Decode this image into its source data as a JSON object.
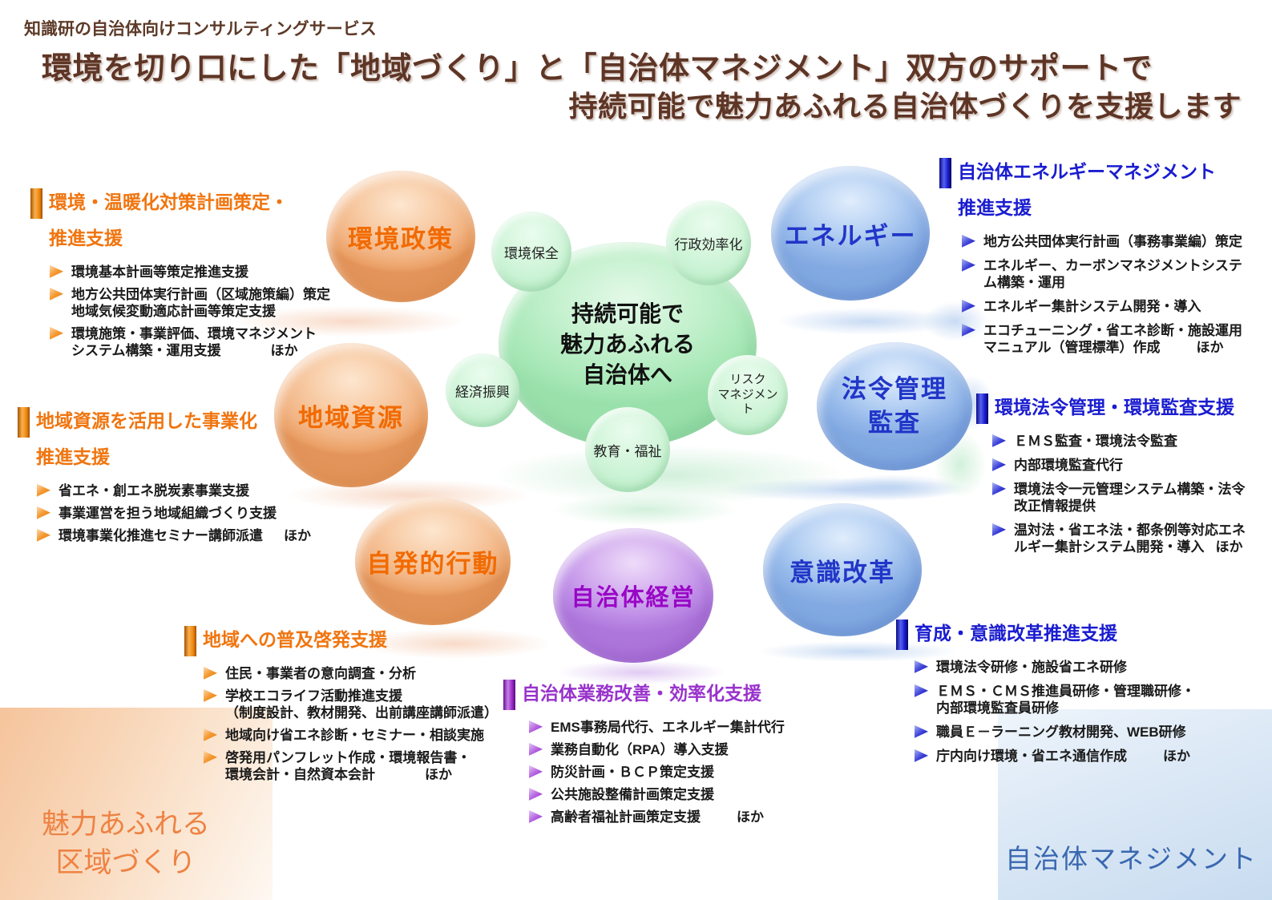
{
  "header": {
    "kicker": "知識研の自治体向けコンサルティングサービス",
    "title_line1": "環境を切り口にした「地域づくり」と「自治体マネジメント」双方のサポートで",
    "title_line2": "持続可能で魅力あふれる自治体づくりを支援します"
  },
  "center_bubble": {
    "lines": [
      "持続可能で",
      "魅力あふれる",
      "自治体へ"
    ]
  },
  "satellites": {
    "env": "環境保全",
    "admin": "行政効率化",
    "economy": "経済振興",
    "risk_lines": [
      "リスク",
      "マネジメン",
      "ト"
    ],
    "education": "教育・福祉"
  },
  "bubbles": {
    "env_policy": "環境政策",
    "regional_resources": "地域資源",
    "voluntary_action": "自発的行動",
    "energy": "エネルギー",
    "legal_lines": [
      "法令管理",
      "監査"
    ],
    "awareness": "意識改革",
    "municipal_mgmt": "自治体経営"
  },
  "sections": {
    "env_planning": {
      "title_lines": [
        "環境・温暖化対策計画策定・",
        "推進支援"
      ],
      "items": [
        {
          "lines": [
            "環境基本計画等策定推進支援"
          ]
        },
        {
          "lines": [
            "地方公共団体実行計画（区域施策編）策定",
            "地域気候変動適応計画等策定支援"
          ]
        },
        {
          "lines": [
            "環境施策・事業評価、環境マネジメント",
            "システム構築・運用支援"
          ],
          "note": "ほか"
        }
      ]
    },
    "regional_business": {
      "title_lines": [
        "地域資源を活用した事業化",
        "推進支援"
      ],
      "items": [
        {
          "lines": [
            "省エネ・創エネ脱炭素事業支援"
          ]
        },
        {
          "lines": [
            "事業運営を担う地域組織づくり支援"
          ]
        },
        {
          "lines": [
            "環境事業化推進セミナー講師派遣"
          ],
          "note": "ほか"
        }
      ]
    },
    "outreach": {
      "title_lines": [
        "地域への普及啓発支援"
      ],
      "items": [
        {
          "lines": [
            "住民・事業者の意向調査・分析"
          ]
        },
        {
          "lines": [
            "学校エコライフ活動推進支援",
            "（制度設計、教材開発、出前講座講師派遣）"
          ]
        },
        {
          "lines": [
            "地域向け省エネ診断・セミナー・相談実施"
          ]
        },
        {
          "lines": [
            "啓発用パンフレット作成・環境報告書・",
            "環境会計・自然資本会計"
          ],
          "note": "ほか"
        }
      ]
    },
    "energy_mgmt": {
      "title_lines": [
        "自治体エネルギーマネジメント",
        "推進支援"
      ],
      "items": [
        {
          "lines": [
            "地方公共団体実行計画（事務事業編）策定"
          ]
        },
        {
          "lines": [
            "エネルギー、カーボンマネジメントシステ",
            "ム構築・運用"
          ]
        },
        {
          "lines": [
            "エネルギー集計システム開発・導入"
          ]
        },
        {
          "lines": [
            "エコチューニング・省エネ診断・施設運用",
            "マニュアル（管理標準）作成"
          ],
          "note": "ほか"
        }
      ]
    },
    "legal_audit": {
      "title_lines": [
        "環境法令管理・環境監査支援"
      ],
      "items": [
        {
          "lines": [
            "ＥＭＳ監査・環境法令監査"
          ]
        },
        {
          "lines": [
            "内部環境監査代行"
          ]
        },
        {
          "lines": [
            "環境法令一元管理システム構築・法令",
            "改正情報提供"
          ]
        },
        {
          "lines": [
            "温対法・省エネ法・都条例等対応エネ",
            "ルギー集計システム開発・導入"
          ],
          "note": "ほか"
        }
      ]
    },
    "training": {
      "title_lines": [
        "育成・意識改革推進支援"
      ],
      "items": [
        {
          "lines": [
            "環境法令研修・施設省エネ研修"
          ]
        },
        {
          "lines": [
            "ＥＭＳ・ＣＭＳ推進員研修・管理職研修・",
            "内部環境監査員研修"
          ]
        },
        {
          "lines": [
            "職員Ｅ－ラーニング教材開発、WEB研修"
          ]
        },
        {
          "lines": [
            "庁内向け環境・省エネ通信作成"
          ],
          "note": "ほか"
        }
      ]
    },
    "efficiency": {
      "title_lines": [
        "自治体業務改善・効率化支援"
      ],
      "items": [
        {
          "lines": [
            "EMS事務局代行、エネルギー集計代行"
          ]
        },
        {
          "lines": [
            "業務自動化（RPA）導入支援"
          ]
        },
        {
          "lines": [
            "防災計画・ＢＣＰ策定支援"
          ]
        },
        {
          "lines": [
            "公共施設整備計画策定支援"
          ]
        },
        {
          "lines": [
            "高齢者福祉計画策定支援"
          ],
          "note": "ほか"
        }
      ]
    }
  },
  "corners": {
    "left_lines": [
      "魅力あふれる",
      "区域づくり"
    ],
    "right_label": "自治体マネジメント"
  },
  "colors": {
    "title_brown": "#5E3525",
    "accent_orange": "#F0750F",
    "accent_blue": "#1A1CD0",
    "accent_purple": "#9933CC",
    "bubble_orange_text": "#F26A00",
    "bubble_blue_text": "#2136C8",
    "bubble_purple_text": "#9906C6",
    "corner_left_text": "#EE8243",
    "corner_right_text": "#3A68B0"
  }
}
